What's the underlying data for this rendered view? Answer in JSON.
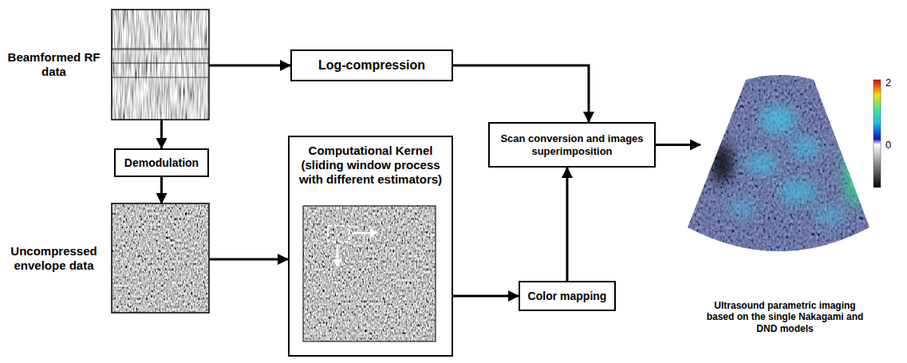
{
  "diagram": {
    "nodes": [
      {
        "text": [
          "Beamformed RF data"
        ]
      },
      {
        "text": [
          "Log-compression"
        ]
      },
      {
        "text": [
          "Demodulation"
        ]
      },
      {
        "text": [
          "Uncompressed envelope data"
        ]
      },
      {
        "text": [
          "Computational Kernel (sliding window process with different estimators)"
        ]
      },
      {
        "text": [
          "Color mapping"
        ]
      },
      {
        "text": [
          "Scan conversion and images superimposition"
        ]
      },
      {
        "text": [
          "Ultrasound parametric imaging based on the single Nakagami and DND models"
        ]
      }
    ],
    "edges": [
      {
        "from": 0,
        "to": 1,
        "arrow": "to"
      },
      {
        "from": 0,
        "to": 2,
        "arrow": "to"
      },
      {
        "from": 2,
        "to": 3,
        "arrow": "to"
      },
      {
        "from": 3,
        "to": 4,
        "arrow": "to"
      },
      {
        "from": 4,
        "to": 5,
        "arrow": "to"
      },
      {
        "from": 5,
        "to": 6,
        "arrow": "to"
      },
      {
        "from": 1,
        "to": 6,
        "arrow": "to"
      },
      {
        "from": 6,
        "to": 7,
        "arrow": "to"
      }
    ],
    "labels": [
      "2",
      "0"
    ]
  }
}
